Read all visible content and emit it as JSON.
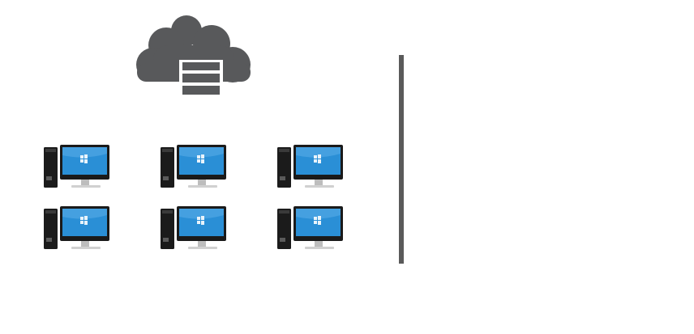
{
  "diagram": {
    "cloud": {
      "icon": "cloud-server-icon",
      "color": "#58595b",
      "server_bar_color": "#ffffff"
    },
    "computers": {
      "icon": "desktop-computer-icon",
      "count": 6,
      "rows": 2,
      "columns": 3,
      "screen_color": "#2a8fd6",
      "body_color": "#1b1b1b"
    },
    "divider": {
      "color": "#5a5a5a"
    }
  }
}
